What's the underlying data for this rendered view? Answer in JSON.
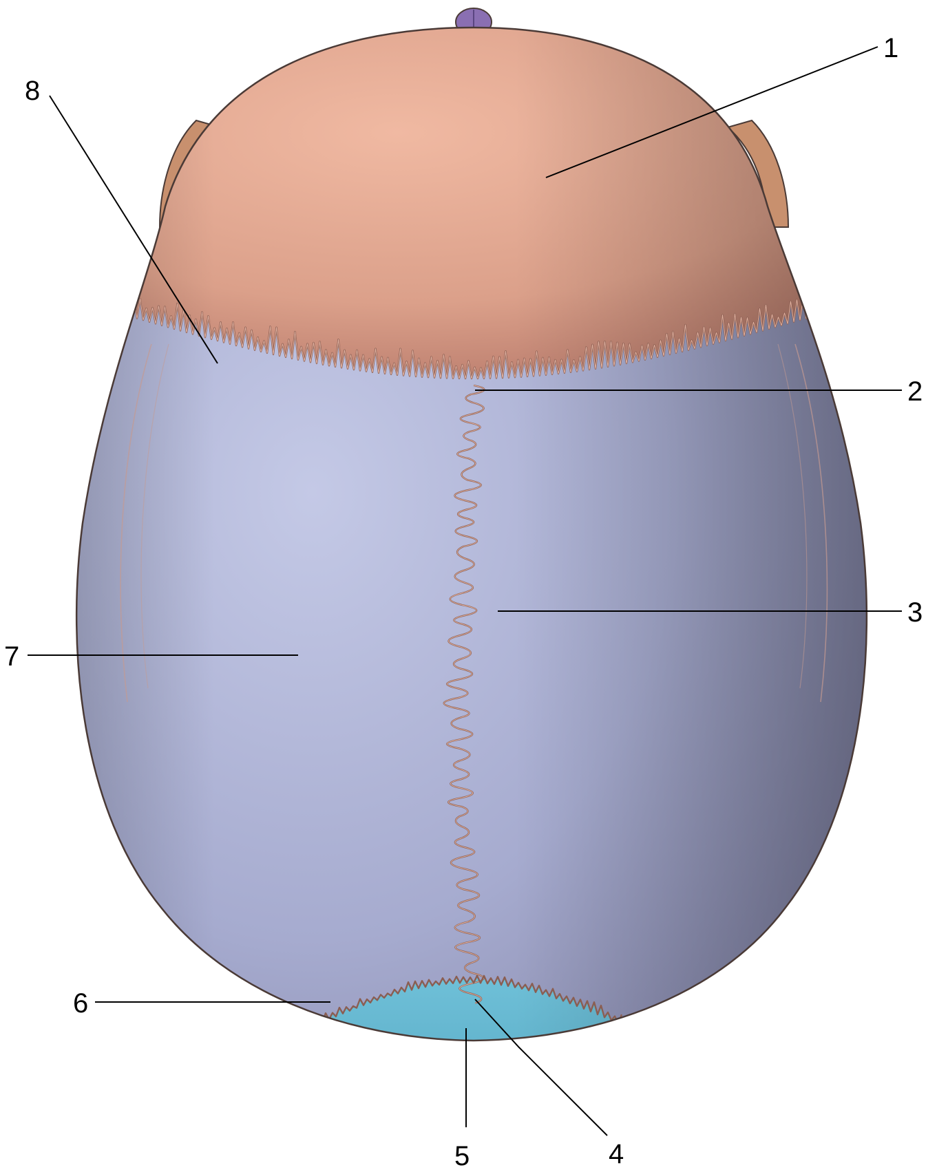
{
  "diagram": {
    "colors": {
      "frontal_bone": "#dba08a",
      "frontal_shade": "#b9786a",
      "parietal_bone": "#aab0d2",
      "parietal_shade": "#6e6e8e",
      "occipital_bone": "#5fb0c9",
      "nasal_tip": "#8a6fb2",
      "outline": "#4a3a36",
      "suture": "#8a5e52",
      "leader": "#000000"
    },
    "callouts": [
      {
        "id": "1",
        "label": "1"
      },
      {
        "id": "2",
        "label": "2"
      },
      {
        "id": "3",
        "label": "3"
      },
      {
        "id": "4",
        "label": "4"
      },
      {
        "id": "5",
        "label": "5"
      },
      {
        "id": "6",
        "label": "6"
      },
      {
        "id": "7",
        "label": "7"
      },
      {
        "id": "8",
        "label": "8"
      }
    ]
  }
}
